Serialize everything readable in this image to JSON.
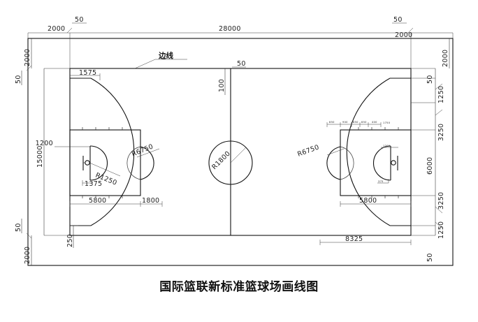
{
  "title": "国际篮联新标准篮球场画线图",
  "drawing": {
    "type": "technical-dimension-drawing",
    "subject": "FIBA standard basketball court line marking plan",
    "units": "mm",
    "labels": {
      "sideline": "边线"
    },
    "dimensions": {
      "top": {
        "outer_margin_left": "2000",
        "line_width_left": "50",
        "court_length": "28000",
        "line_width_right": "50",
        "outer_margin_right": "2000",
        "center_line_width": "50",
        "center_offset": "100"
      },
      "left": {
        "outer_margin_top": "2000",
        "line_width_top": "50",
        "court_width": "15000",
        "line_width_bottom": "50",
        "outer_margin_bottom": "2000",
        "free_throw_offset": "1200",
        "baseline_offset": "250"
      },
      "right": {
        "margin": "2000",
        "line_width_top": "50",
        "seg_1250_top": "1250",
        "seg_3250_top": "3250",
        "key_width": "6000",
        "seg_3250_bottom": "3250",
        "seg_1250_bottom": "1250",
        "line_width_bottom": "50"
      },
      "court": {
        "three_point_corner": "1575",
        "three_point_radius": "R6750",
        "restricted_arc_radius": "R1250",
        "center_circle_radius": "R1800",
        "key_length": "5800",
        "key_to_arc": "1800",
        "basket_center_offset": "1375",
        "three_point_straight": "8325"
      }
    },
    "dimension_values": [
      "2000",
      "50",
      "28000",
      "50",
      "2000",
      "2000",
      "50",
      "15000",
      "50",
      "2000",
      "50",
      "1250",
      "3250",
      "6000",
      "3250",
      "1250",
      "50",
      "1575",
      "R6750",
      "R1250",
      "R1800",
      "5800",
      "1800",
      "1375",
      "8325",
      "1200",
      "250",
      "100",
      "50"
    ]
  }
}
